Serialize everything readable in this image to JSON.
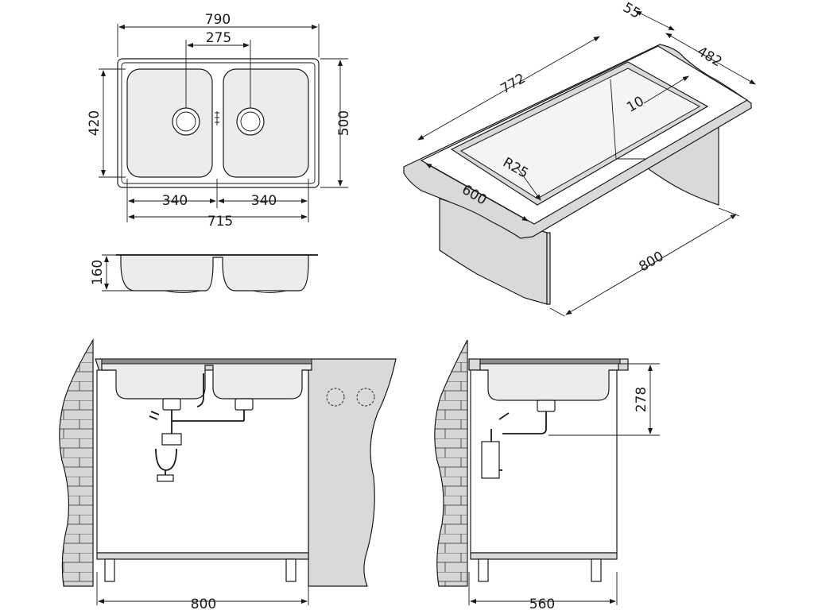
{
  "top_view": {
    "overall_width": "790",
    "drain_spacing": "275",
    "bowl_height": "420",
    "overall_depth": "500",
    "bowl_left_width": "340",
    "bowl_right_width": "340",
    "bowls_total_width": "715"
  },
  "side_view": {
    "bowl_depth": "160"
  },
  "iso_view": {
    "rim_offset": "55",
    "worktop_depth": "482",
    "cutout_length": "772",
    "edge_gap": "10",
    "corner_radius": "R25",
    "cutout_width": "600",
    "cabinet_width": "800"
  },
  "front_install": {
    "cabinet_width": "800"
  },
  "side_install": {
    "cabinet_depth": "560",
    "drain_height": "278"
  }
}
